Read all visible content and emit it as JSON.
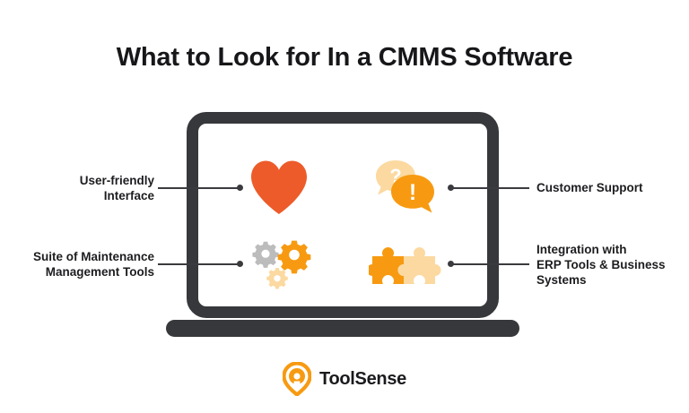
{
  "title": "What to Look for In a CMMS Software",
  "colors": {
    "heart": "#ed5b2a",
    "orange": "#f79a11",
    "orange_pale": "#fbd9a0",
    "gear_gray": "#bcbcbc",
    "frame_dark": "#37383b",
    "text_dark": "#1d1d20",
    "background": "#ffffff"
  },
  "features": {
    "user_friendly_interface": {
      "label": "User-friendly\nInterface",
      "icon": "heart-icon",
      "side": "left"
    },
    "customer_support": {
      "label": "Customer Support",
      "icon": "speech-bubbles-icon",
      "side": "right",
      "bubble_back_glyph": "?",
      "bubble_front_glyph": "!"
    },
    "maintenance_tools": {
      "label": "Suite of Maintenance\nManagement Tools",
      "icon": "gears-icon",
      "side": "left"
    },
    "integration": {
      "label": "Integration with\nERP Tools & Business\nSystems",
      "icon": "puzzle-pieces-icon",
      "side": "right"
    }
  },
  "device": {
    "name": "laptop-illustration"
  },
  "logo": {
    "text": "ToolSense",
    "mark": "location-pin-icon"
  }
}
